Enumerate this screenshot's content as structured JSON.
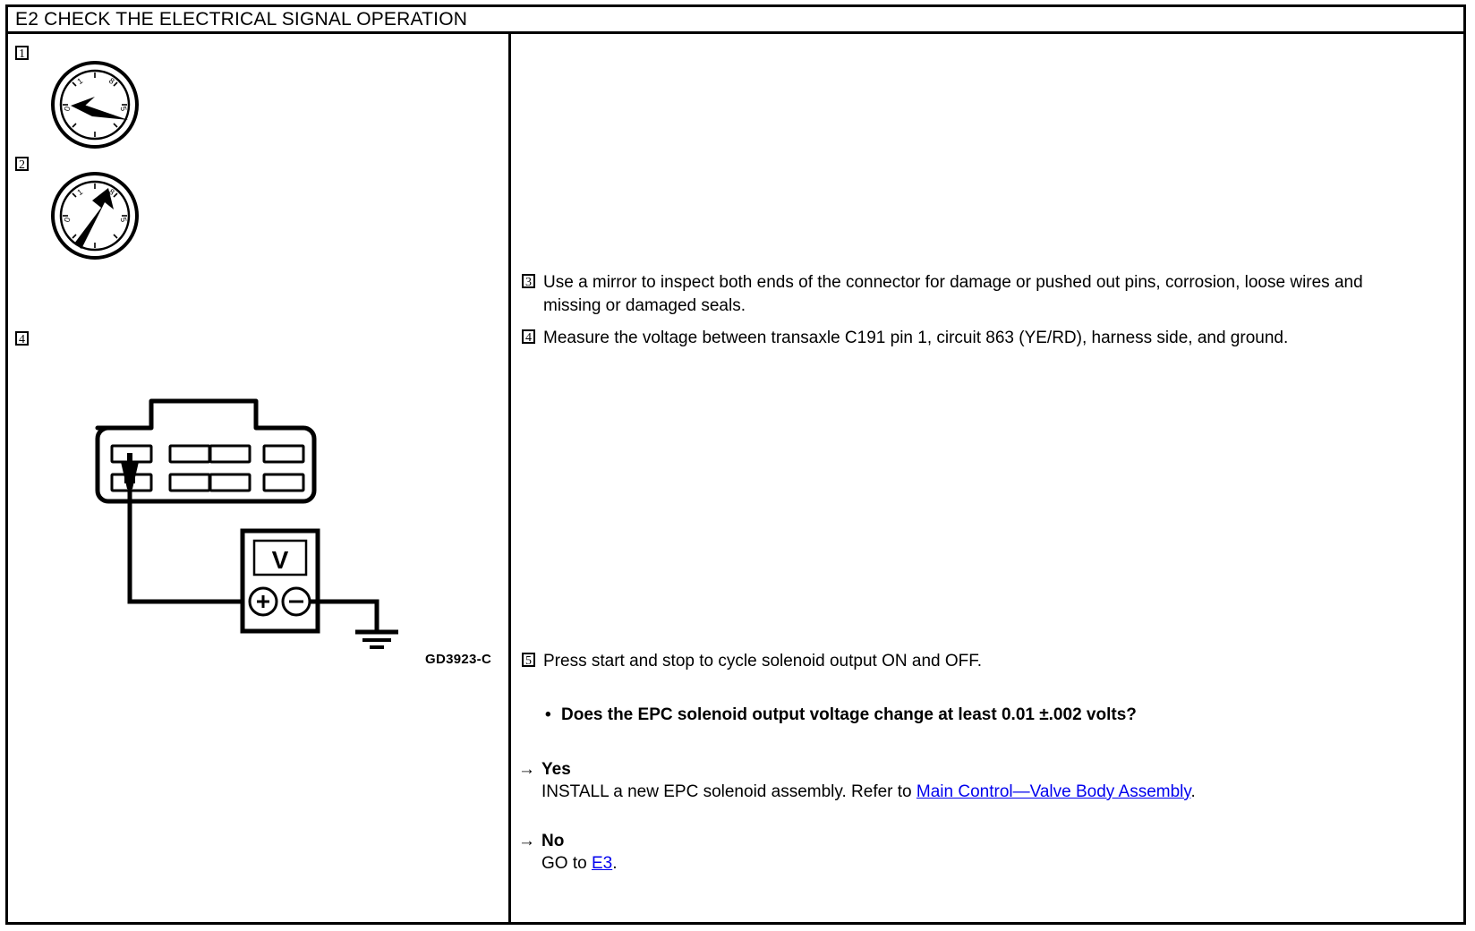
{
  "header": {
    "title": "E2 CHECK THE ELECTRICAL SIGNAL OPERATION"
  },
  "left_panel": {
    "step_markers": [
      "1",
      "2",
      "4"
    ],
    "figure_label": "GD3923-C",
    "meter": {
      "display": "V",
      "positive_terminal": "+",
      "negative_terminal": "−"
    },
    "dials": [
      {
        "marker": "1",
        "pointer_direction": "left",
        "pointer_angle_deg": 195
      },
      {
        "marker": "2",
        "pointer_direction": "upper-right",
        "pointer_angle_deg": 35
      }
    ],
    "connector": {
      "pin_count": 8,
      "probed_pin": "1"
    }
  },
  "right_panel": {
    "steps": [
      {
        "num": "3",
        "text": "Use a mirror to inspect both ends of the connector for damage or pushed out pins, corrosion, loose wires and missing or damaged seals."
      },
      {
        "num": "4",
        "text": "Measure the voltage between transaxle C191 pin 1, circuit 863 (YE/RD), harness side, and ground."
      },
      {
        "num": "5",
        "text": "Press start and stop to cycle solenoid output ON and OFF."
      }
    ],
    "question": {
      "bullet": "•",
      "text": "Does the EPC solenoid output voltage change at least 0.01 ±.002 volts?"
    },
    "branches": [
      {
        "arrow": "→",
        "label": "Yes",
        "body_before": "INSTALL a new EPC solenoid assembly. Refer to ",
        "link": "Main Control—Valve Body Assembly",
        "body_after": "."
      },
      {
        "arrow": "→",
        "label": "No",
        "body_before": "GO to ",
        "link": "E3",
        "body_after": "."
      }
    ]
  }
}
